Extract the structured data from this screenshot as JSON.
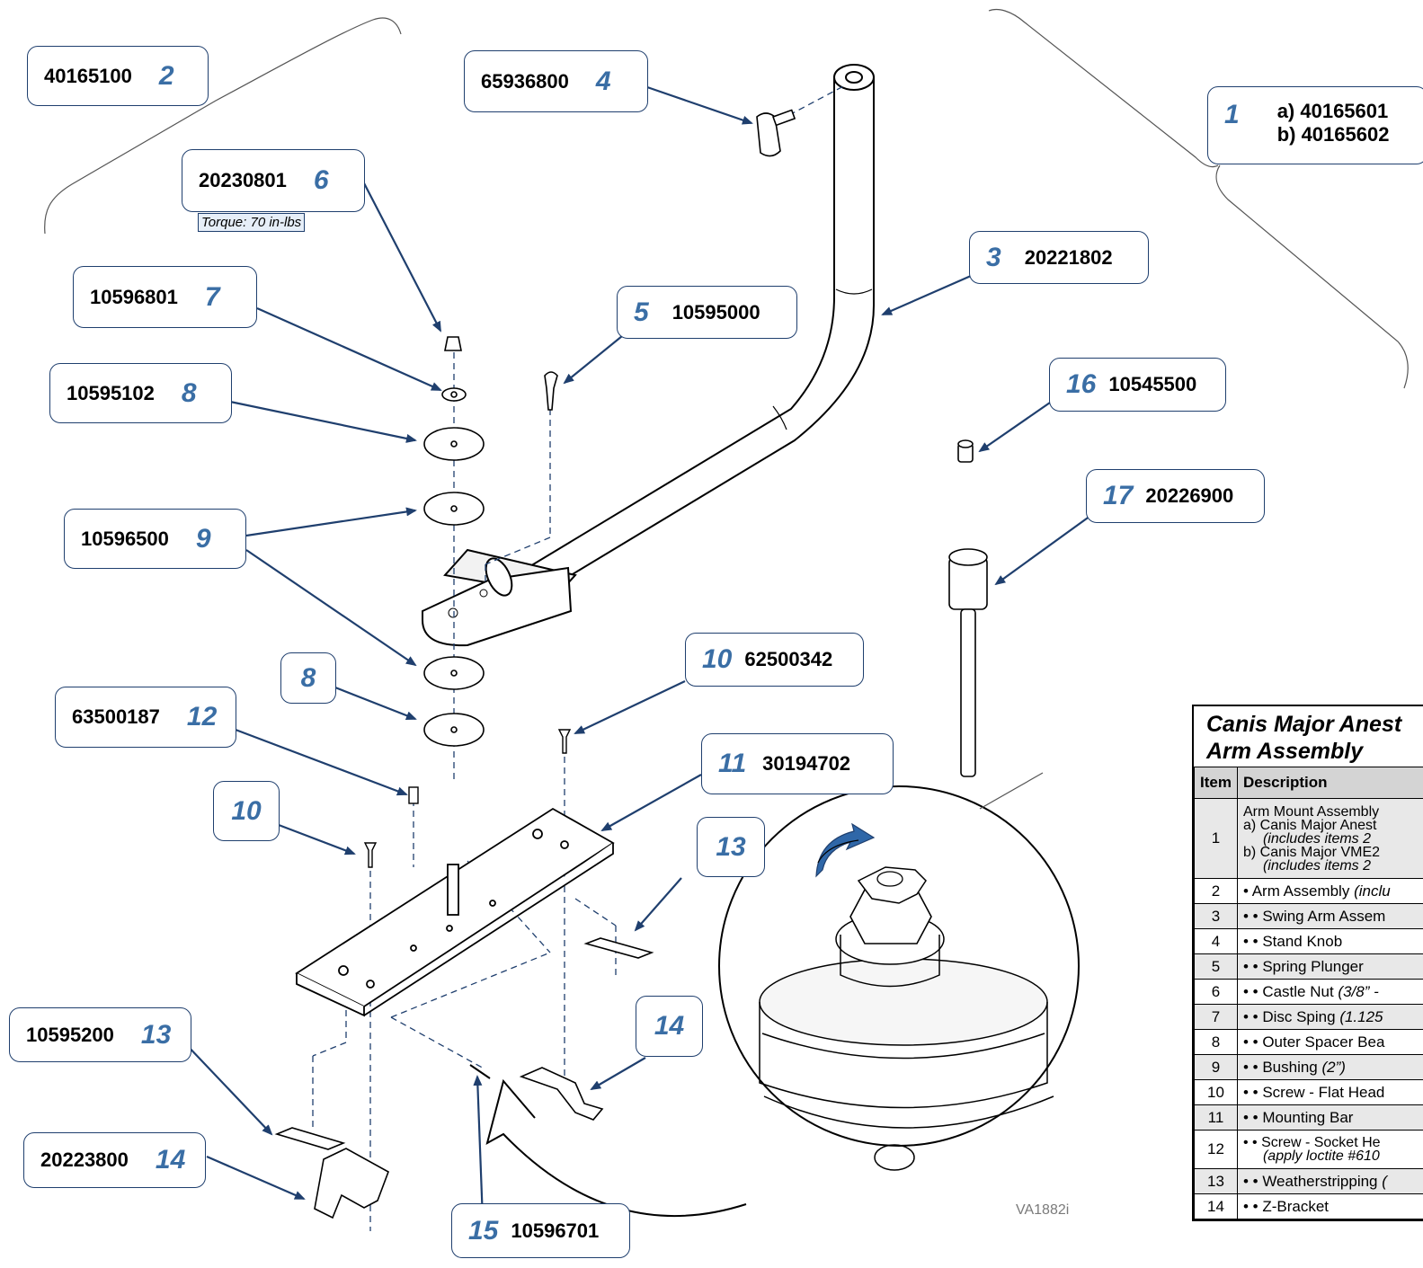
{
  "callouts": [
    {
      "id": "c2",
      "part": "40165100",
      "item": "2"
    },
    {
      "id": "c4",
      "part": "65936800",
      "item": "4"
    },
    {
      "id": "c1",
      "item": "1",
      "parts": [
        "a) 40165601",
        "b) 40165602"
      ]
    },
    {
      "id": "c6",
      "part": "20230801",
      "item": "6"
    },
    {
      "id": "c3",
      "part": "20221802",
      "item": "3"
    },
    {
      "id": "c7",
      "part": "10596801",
      "item": "7"
    },
    {
      "id": "c5",
      "part": "10595000",
      "item": "5"
    },
    {
      "id": "c8a",
      "part": "10595102",
      "item": "8"
    },
    {
      "id": "c16",
      "part": "10545500",
      "item": "16"
    },
    {
      "id": "c17",
      "part": "20226900",
      "item": "17"
    },
    {
      "id": "c9",
      "part": "10596500",
      "item": "9"
    },
    {
      "id": "c10a",
      "part": "62500342",
      "item": "10"
    },
    {
      "id": "c8b",
      "item": "8"
    },
    {
      "id": "c12",
      "part": "63500187",
      "item": "12"
    },
    {
      "id": "c11",
      "part": "30194702",
      "item": "11"
    },
    {
      "id": "c10b",
      "item": "10"
    },
    {
      "id": "c13a",
      "item": "13"
    },
    {
      "id": "c14a",
      "item": "14"
    },
    {
      "id": "c13b",
      "part": "10595200",
      "item": "13"
    },
    {
      "id": "c14b",
      "part": "20223800",
      "item": "14"
    },
    {
      "id": "c15",
      "part": "10596701",
      "item": "15"
    }
  ],
  "torque_note": "Torque: 70 in-lbs",
  "drawing_code": "VA1882i",
  "parts_table": {
    "title_line1": "Canis Major Anest",
    "title_line2": "Arm Assembly",
    "headers": {
      "item": "Item",
      "description": "Description"
    },
    "row1": {
      "item": "1",
      "line1": "Arm Mount Assembly",
      "line2": "a) Canis Major Anest",
      "line3": "(includes items 2",
      "line4": "b) Canis Major VME2",
      "line5": "(includes items 2"
    },
    "row2": {
      "item": "2",
      "text": "• Arm Assembly ",
      "italic": "(inclu"
    },
    "rows": [
      {
        "item": "3",
        "text": "• • Swing Arm Assem",
        "italic": ""
      },
      {
        "item": "4",
        "text": "• • Stand Knob",
        "italic": ""
      },
      {
        "item": "5",
        "text": "• • Spring Plunger",
        "italic": ""
      },
      {
        "item": "6",
        "text": "• • Castle Nut ",
        "italic": "(3/8” -"
      },
      {
        "item": "7",
        "text": "• • Disc Sping ",
        "italic": "(1.125"
      },
      {
        "item": "8",
        "text": "• • Outer Spacer Bea",
        "italic": ""
      },
      {
        "item": "9",
        "text": "• • Bushing ",
        "italic": "(2”)"
      },
      {
        "item": "10",
        "text": "• • Screw - Flat Head",
        "italic": ""
      },
      {
        "item": "11",
        "text": "• • Mounting Bar",
        "italic": ""
      }
    ],
    "row12": {
      "item": "12",
      "text": "• • Screw - Socket He",
      "italic": "(apply loctite #610"
    },
    "row13": {
      "item": "13",
      "text": "• • Weatherstripping ",
      "italic": "("
    },
    "row14": {
      "item": "14",
      "text": "• • Z-Bracket",
      "italic": ""
    }
  }
}
